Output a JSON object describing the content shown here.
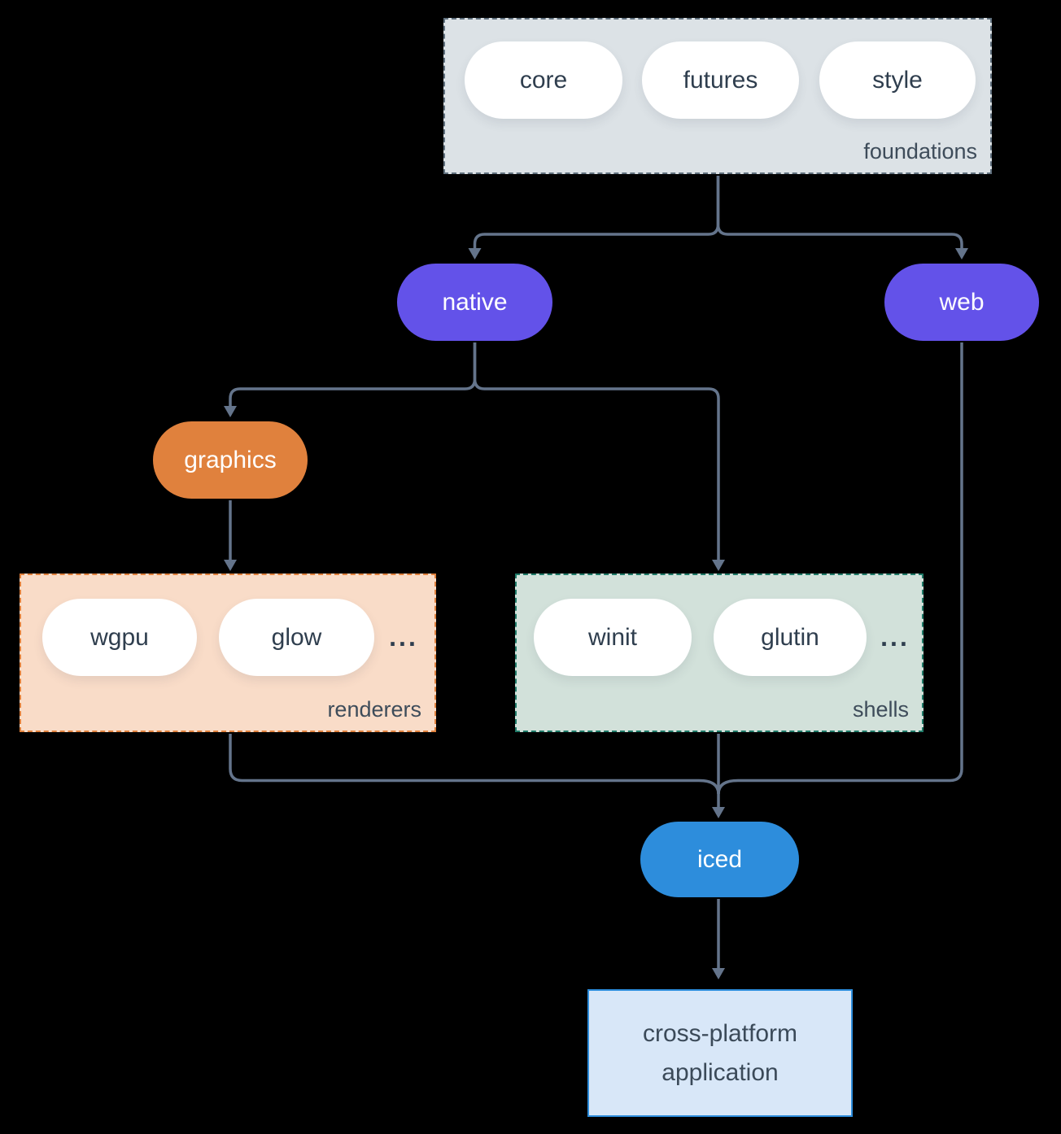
{
  "groups": {
    "foundations": {
      "label": "foundations",
      "pills": [
        "core",
        "futures",
        "style"
      ]
    },
    "renderers": {
      "label": "renderers",
      "pills": [
        "wgpu",
        "glow"
      ],
      "ellipsis": "..."
    },
    "shells": {
      "label": "shells",
      "pills": [
        "winit",
        "glutin"
      ],
      "ellipsis": "..."
    }
  },
  "nodes": {
    "native": "native",
    "web": "web",
    "graphics": "graphics",
    "iced": "iced",
    "application": "cross-platform application"
  },
  "colors": {
    "background": "#000000",
    "connector": "#64748b",
    "purple": "#6352e9",
    "orange": "#e0813d",
    "blue": "#2d8ddc",
    "pill_bg": "#ffffff",
    "text_dark": "#2f3e4e",
    "label_text": "#3e4c5a",
    "foundations_bg": "#dce2e6",
    "foundations_border": "#60707e",
    "renderers_bg": "#f9dcc8",
    "renderers_border": "#e0813d",
    "shells_bg": "#d2e1da",
    "shells_border": "#1f7a68",
    "application_bg": "#d8e7f8",
    "application_border": "#2d8ddc"
  }
}
